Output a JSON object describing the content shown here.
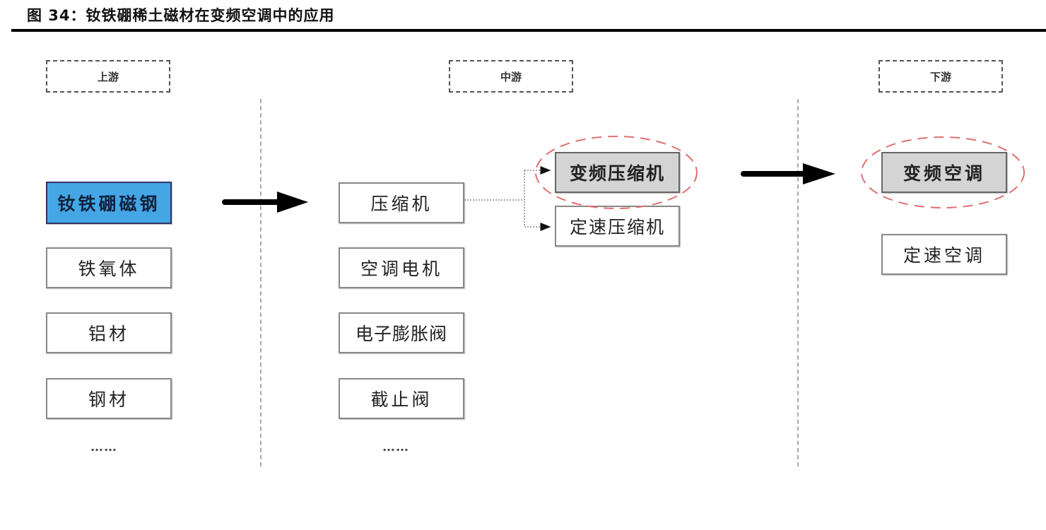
{
  "figure": {
    "title": "图 34：钕铁硼稀土磁材在变频空调中的应用"
  },
  "stages": {
    "upstream": {
      "label": "上游",
      "items": [
        "钕铁硼磁钢",
        "铁氧体",
        "铝材",
        "钢材"
      ],
      "highlighted_item": "钕铁硼磁钢",
      "more": "……"
    },
    "midstream": {
      "label": "中游",
      "items": [
        "压缩机",
        "空调电机",
        "电子膨胀阀",
        "截止阀"
      ],
      "more": "……",
      "compressor_branches": [
        "变频压缩机",
        "定速压缩机"
      ],
      "highlighted_branch": "变频压缩机"
    },
    "downstream": {
      "label": "下游",
      "items": [
        "变频空调",
        "定速空调"
      ],
      "highlighted_item": "变频空调"
    }
  },
  "colors": {
    "highlight_blue": "#45a6e6",
    "highlight_gray": "#d4d4d4",
    "ellipse_dash": "#e07070",
    "arrow": "#000000"
  }
}
